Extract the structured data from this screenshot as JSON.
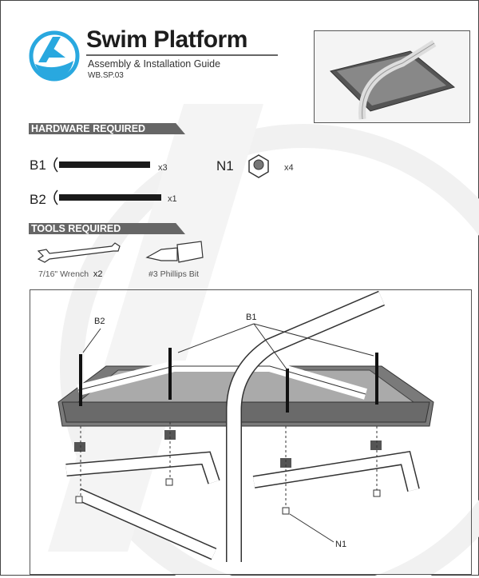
{
  "header": {
    "title": "Swim Platform",
    "subtitle": "Assembly & Installation Guide",
    "code": "WB.SP.03"
  },
  "brand": {
    "accent": "#29a8df"
  },
  "hardware": {
    "heading": "HARDWARE REQUIRED",
    "items": [
      {
        "id": "B1",
        "qty": "x3"
      },
      {
        "id": "B2",
        "qty": "x1"
      },
      {
        "id": "N1",
        "qty": "x4"
      }
    ]
  },
  "tools": {
    "heading": "TOOLS REQUIRED",
    "items": [
      {
        "name": "7/16\" Wrench",
        "qty": "x2"
      },
      {
        "name": "#3 Phillips Bit"
      }
    ]
  },
  "diagram": {
    "callouts": {
      "b2": "B2",
      "b1": "B1",
      "n1": "N1"
    }
  }
}
